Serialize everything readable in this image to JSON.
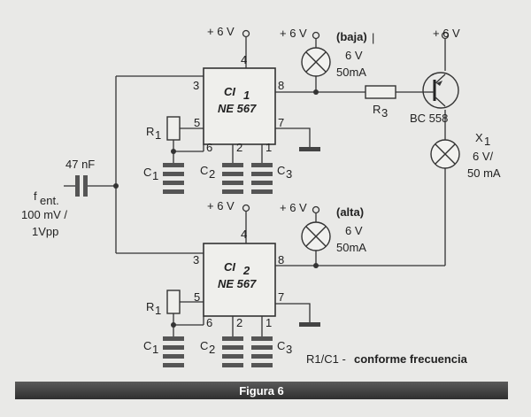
{
  "supply": {
    "v1": "+ 6 V",
    "v2": "+ 6 V",
    "v3": "+ 6 V",
    "v4": "+ 6 V",
    "v5": "+ 6 V"
  },
  "ic1": {
    "name": "CI",
    "sub": "1",
    "part": "NE 567",
    "pins": {
      "p4": "4",
      "p3": "3",
      "p8": "8",
      "p5": "5",
      "p6": "6",
      "p2": "2",
      "p1": "1",
      "p7": "7"
    }
  },
  "ic2": {
    "name": "CI",
    "sub": "2",
    "part": "NE 567",
    "pins": {
      "p4": "4",
      "p3": "3",
      "p8": "8",
      "p5": "5",
      "p6": "6",
      "p2": "2",
      "p1": "1",
      "p7": "7"
    }
  },
  "lamp_low": {
    "tag": "(baja)",
    "mark": "|",
    "volt": "6 V",
    "current": "50mA"
  },
  "lamp_high": {
    "tag": "(alta)",
    "volt": "6 V",
    "current": "50mA"
  },
  "x1": {
    "name": "X",
    "sub": "1",
    "volt": "6 V/",
    "current": "50 mA"
  },
  "r3": {
    "name": "R",
    "sub": "3"
  },
  "transistor": {
    "name": "BC 558"
  },
  "r1": {
    "name": "R",
    "sub": "1"
  },
  "c1": {
    "name": "C",
    "sub": "1"
  },
  "c2": {
    "name": "C",
    "sub": "2"
  },
  "c3": {
    "name": "C",
    "sub": "3"
  },
  "input": {
    "cap_value": "47 nF",
    "f": "f",
    "f_sub": "ent.",
    "amp": "100 mV /",
    "pp": "1Vpp"
  },
  "note": {
    "lhs": "R1/C1 -",
    "rhs": "conforme frecuencia"
  },
  "caption": "Figura 6"
}
